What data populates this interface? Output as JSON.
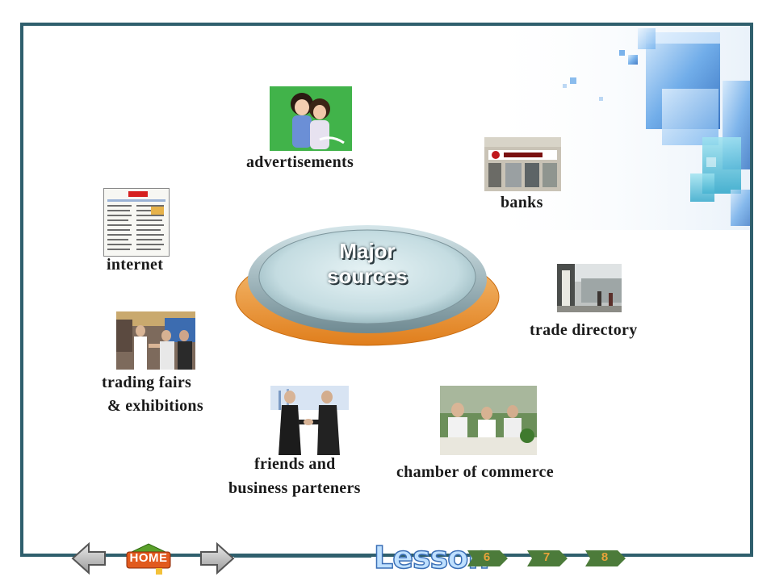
{
  "center": {
    "line1": "Major",
    "line2": "sources"
  },
  "sources": {
    "advertisements": "advertisements",
    "banks": "banks",
    "internet": "internet",
    "trade_directory": "trade directory",
    "trading_fairs_line1": "trading fairs",
    "trading_fairs_line2": "& exhibitions",
    "friends_line1": "friends and",
    "friends_line2": "business parteners",
    "chamber": "chamber of commerce"
  },
  "nav": {
    "home_label": "HOME",
    "lesson_label": "Lesson",
    "lesson_numbers": [
      "6",
      "7",
      "8"
    ]
  },
  "colors": {
    "frame": "#2f5f6d",
    "ellipse_top": "#cfe4e8",
    "ellipse_base": "#f0a040",
    "cube_blue": "#3a7fd0"
  }
}
